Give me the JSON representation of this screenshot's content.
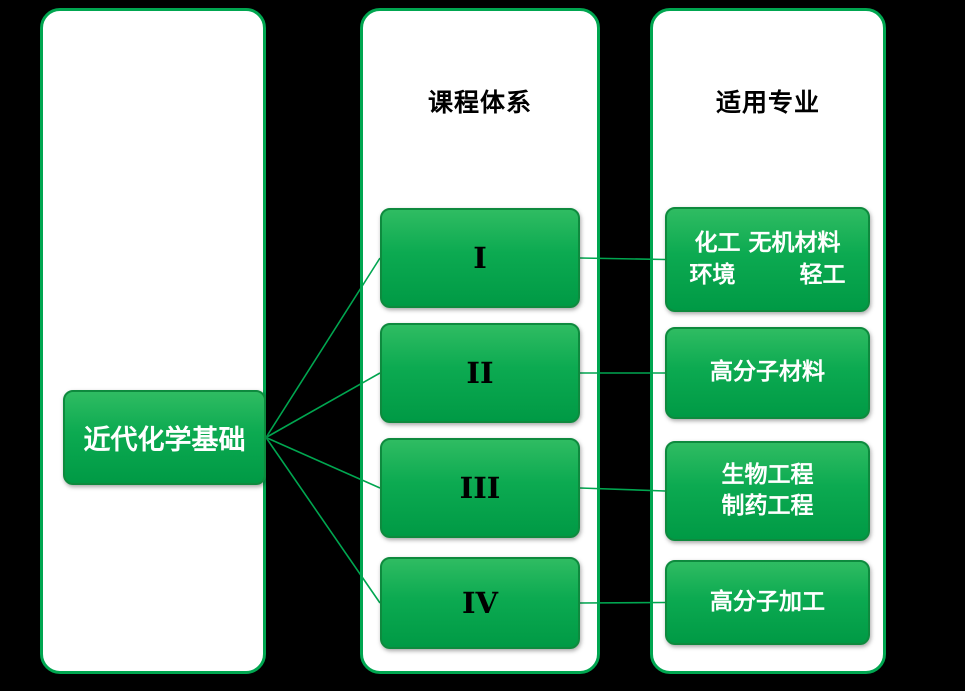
{
  "colors": {
    "background": "#000000",
    "panel_fill": "#ffffff",
    "panel_border": "#00a650",
    "node_fill": "#0caa51",
    "node_border": "#0e8a3e",
    "node_text_light": "#ffffff",
    "node_text_dark": "#000000",
    "connector": "#00a650"
  },
  "root_node": {
    "label": "近代化学基础"
  },
  "course_panel": {
    "header": "课程体系",
    "nodes": [
      {
        "label": "I"
      },
      {
        "label": "II"
      },
      {
        "label": "III"
      },
      {
        "label": "IV"
      }
    ]
  },
  "major_panel": {
    "header": "适用专业",
    "nodes": [
      {
        "line1": "化工 无机材料",
        "line2": "环境        轻工"
      },
      {
        "line1": "高分子材料",
        "line2": ""
      },
      {
        "line1": "生物工程",
        "line2": "制药工程"
      },
      {
        "line1": "高分子加工",
        "line2": ""
      }
    ]
  }
}
